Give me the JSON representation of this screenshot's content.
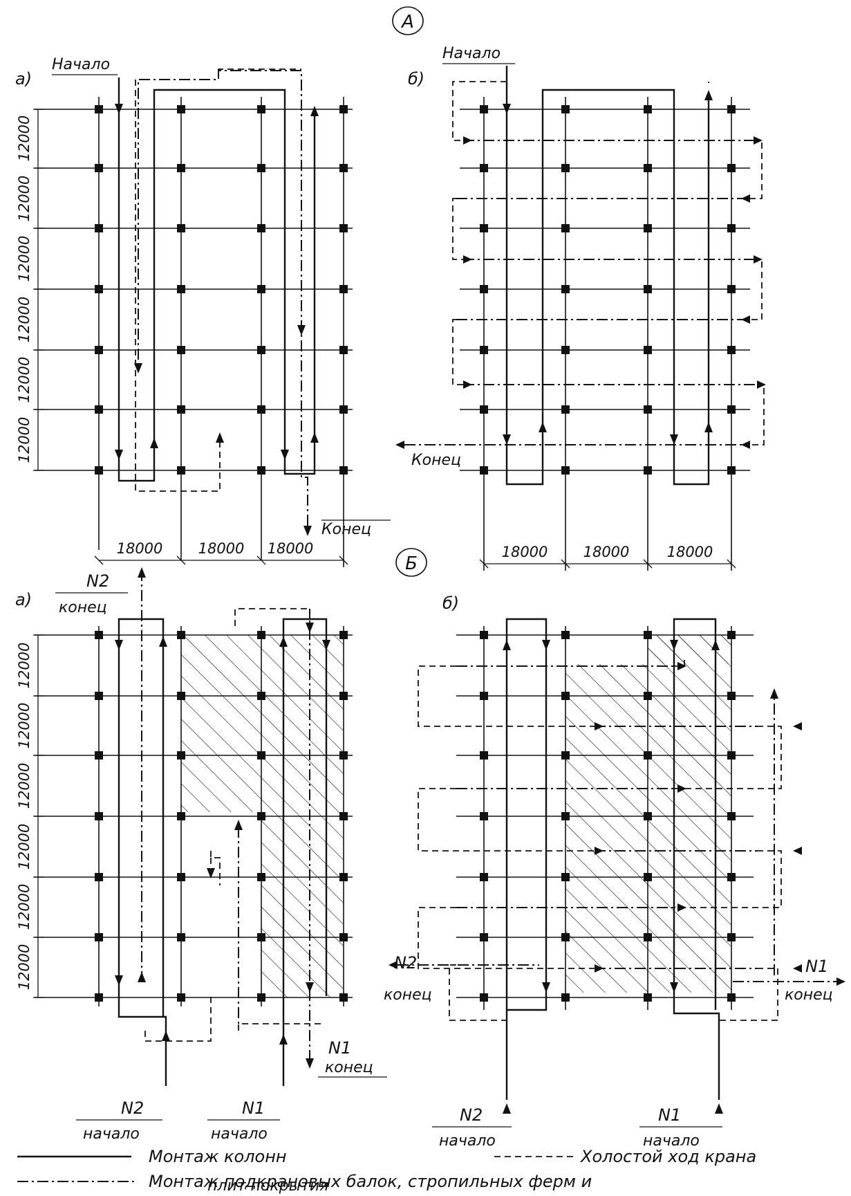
{
  "section_a": {
    "marker": "А"
  },
  "section_b": {
    "marker": "Б"
  },
  "panels": {
    "a1": {
      "letter": "а)",
      "start": "Начало",
      "end": "Конец"
    },
    "b1": {
      "letter": "б)",
      "start": "Начало",
      "end": "Конец"
    },
    "a2": {
      "letter": "а)",
      "n2": "N2",
      "n1": "N1",
      "end_word": "конец",
      "start_word": "начало"
    },
    "b2": {
      "letter": "б)",
      "n2": "N2",
      "n1": "N1",
      "end_word": "конец",
      "start_word": "начало"
    }
  },
  "dimensions": {
    "span": "18000",
    "pitch": "12000"
  },
  "legend": {
    "columns": "Монтаж колонн",
    "idle": "Холостой ход крана",
    "beams_line1": "Монтаж подкрановых балок, стропильных ферм и",
    "beams_line2": "плит покрытия"
  },
  "colors": {
    "ink": "#111111",
    "paper": "#ffffff"
  }
}
